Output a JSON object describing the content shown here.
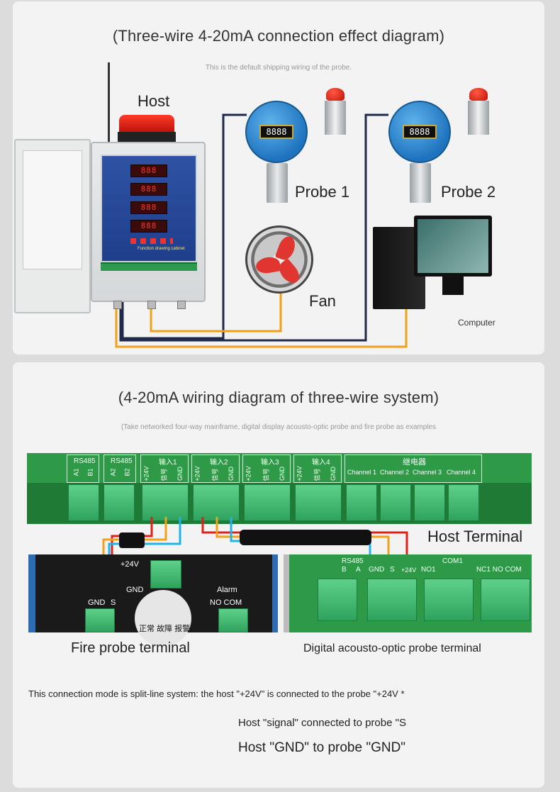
{
  "panel1": {
    "title": "(Three-wire 4-20mA connection effect diagram)",
    "subtitle": "This is the default shipping wiring of the probe.",
    "labels": {
      "host": "Host",
      "probe1": "Probe 1",
      "probe2": "Probe 2",
      "fan": "Fan",
      "computer": "Computer",
      "cabinet_caption": "Function drawing cabinet"
    },
    "probe_display": "8888",
    "host_display": "888",
    "wire_colors": {
      "dark": "#1f2a4a",
      "orange": "#f2a21a"
    }
  },
  "panel2": {
    "title": "(4-20mA wiring diagram of three-wire system)",
    "subtitle": "(Take networked four-way mainframe, digital display acousto-optic probe and fire probe as examples",
    "host_terminal": {
      "label": "Host Terminal",
      "groups": [
        {
          "top": "RS485",
          "pins": [
            "A1",
            "B1"
          ]
        },
        {
          "top": "RS485",
          "pins": [
            "A2",
            "B2"
          ]
        },
        {
          "top": "输入1",
          "pins": [
            "+24V",
            "信号",
            "GND"
          ]
        },
        {
          "top": "输入2",
          "pins": [
            "+24V",
            "信号",
            "GND"
          ]
        },
        {
          "top": "输入3",
          "pins": [
            "+24V",
            "信号",
            "GND"
          ]
        },
        {
          "top": "输入4",
          "pins": [
            "+24V",
            "信号",
            "GND"
          ]
        }
      ],
      "relay_title": "继电器",
      "relay_channels": [
        "Channel 1",
        "Channel 2",
        "Channel 3",
        "Channel 4"
      ]
    },
    "fire_probe": {
      "label": "Fire probe terminal",
      "pins": {
        "p24": "+24V",
        "gnd": "GND",
        "gnd_s": "GND",
        "s": "S",
        "alarm": "Alarm",
        "no_com": "NO COM"
      },
      "lights": "正常 故障 报警"
    },
    "digital_probe": {
      "label": "Digital acousto-optic probe terminal",
      "pins_row1": "RS485",
      "pins_row2": [
        "B",
        "A",
        "GND",
        "S",
        "+24V",
        "NO1"
      ],
      "com1": "COM1",
      "nc1": "NC1 NO COM"
    },
    "notes": {
      "line1": "This connection mode is split-line system: the host \"+24V\" is connected to the probe \"+24V *",
      "line2": "Host \"signal\" connected to probe \"S",
      "line3": "Host \"GND\" to probe \"GND\""
    },
    "wire_colors": {
      "red": "#e0201a",
      "orange": "#f2a21a",
      "cyan": "#22b4e8",
      "black": "#111111"
    }
  }
}
